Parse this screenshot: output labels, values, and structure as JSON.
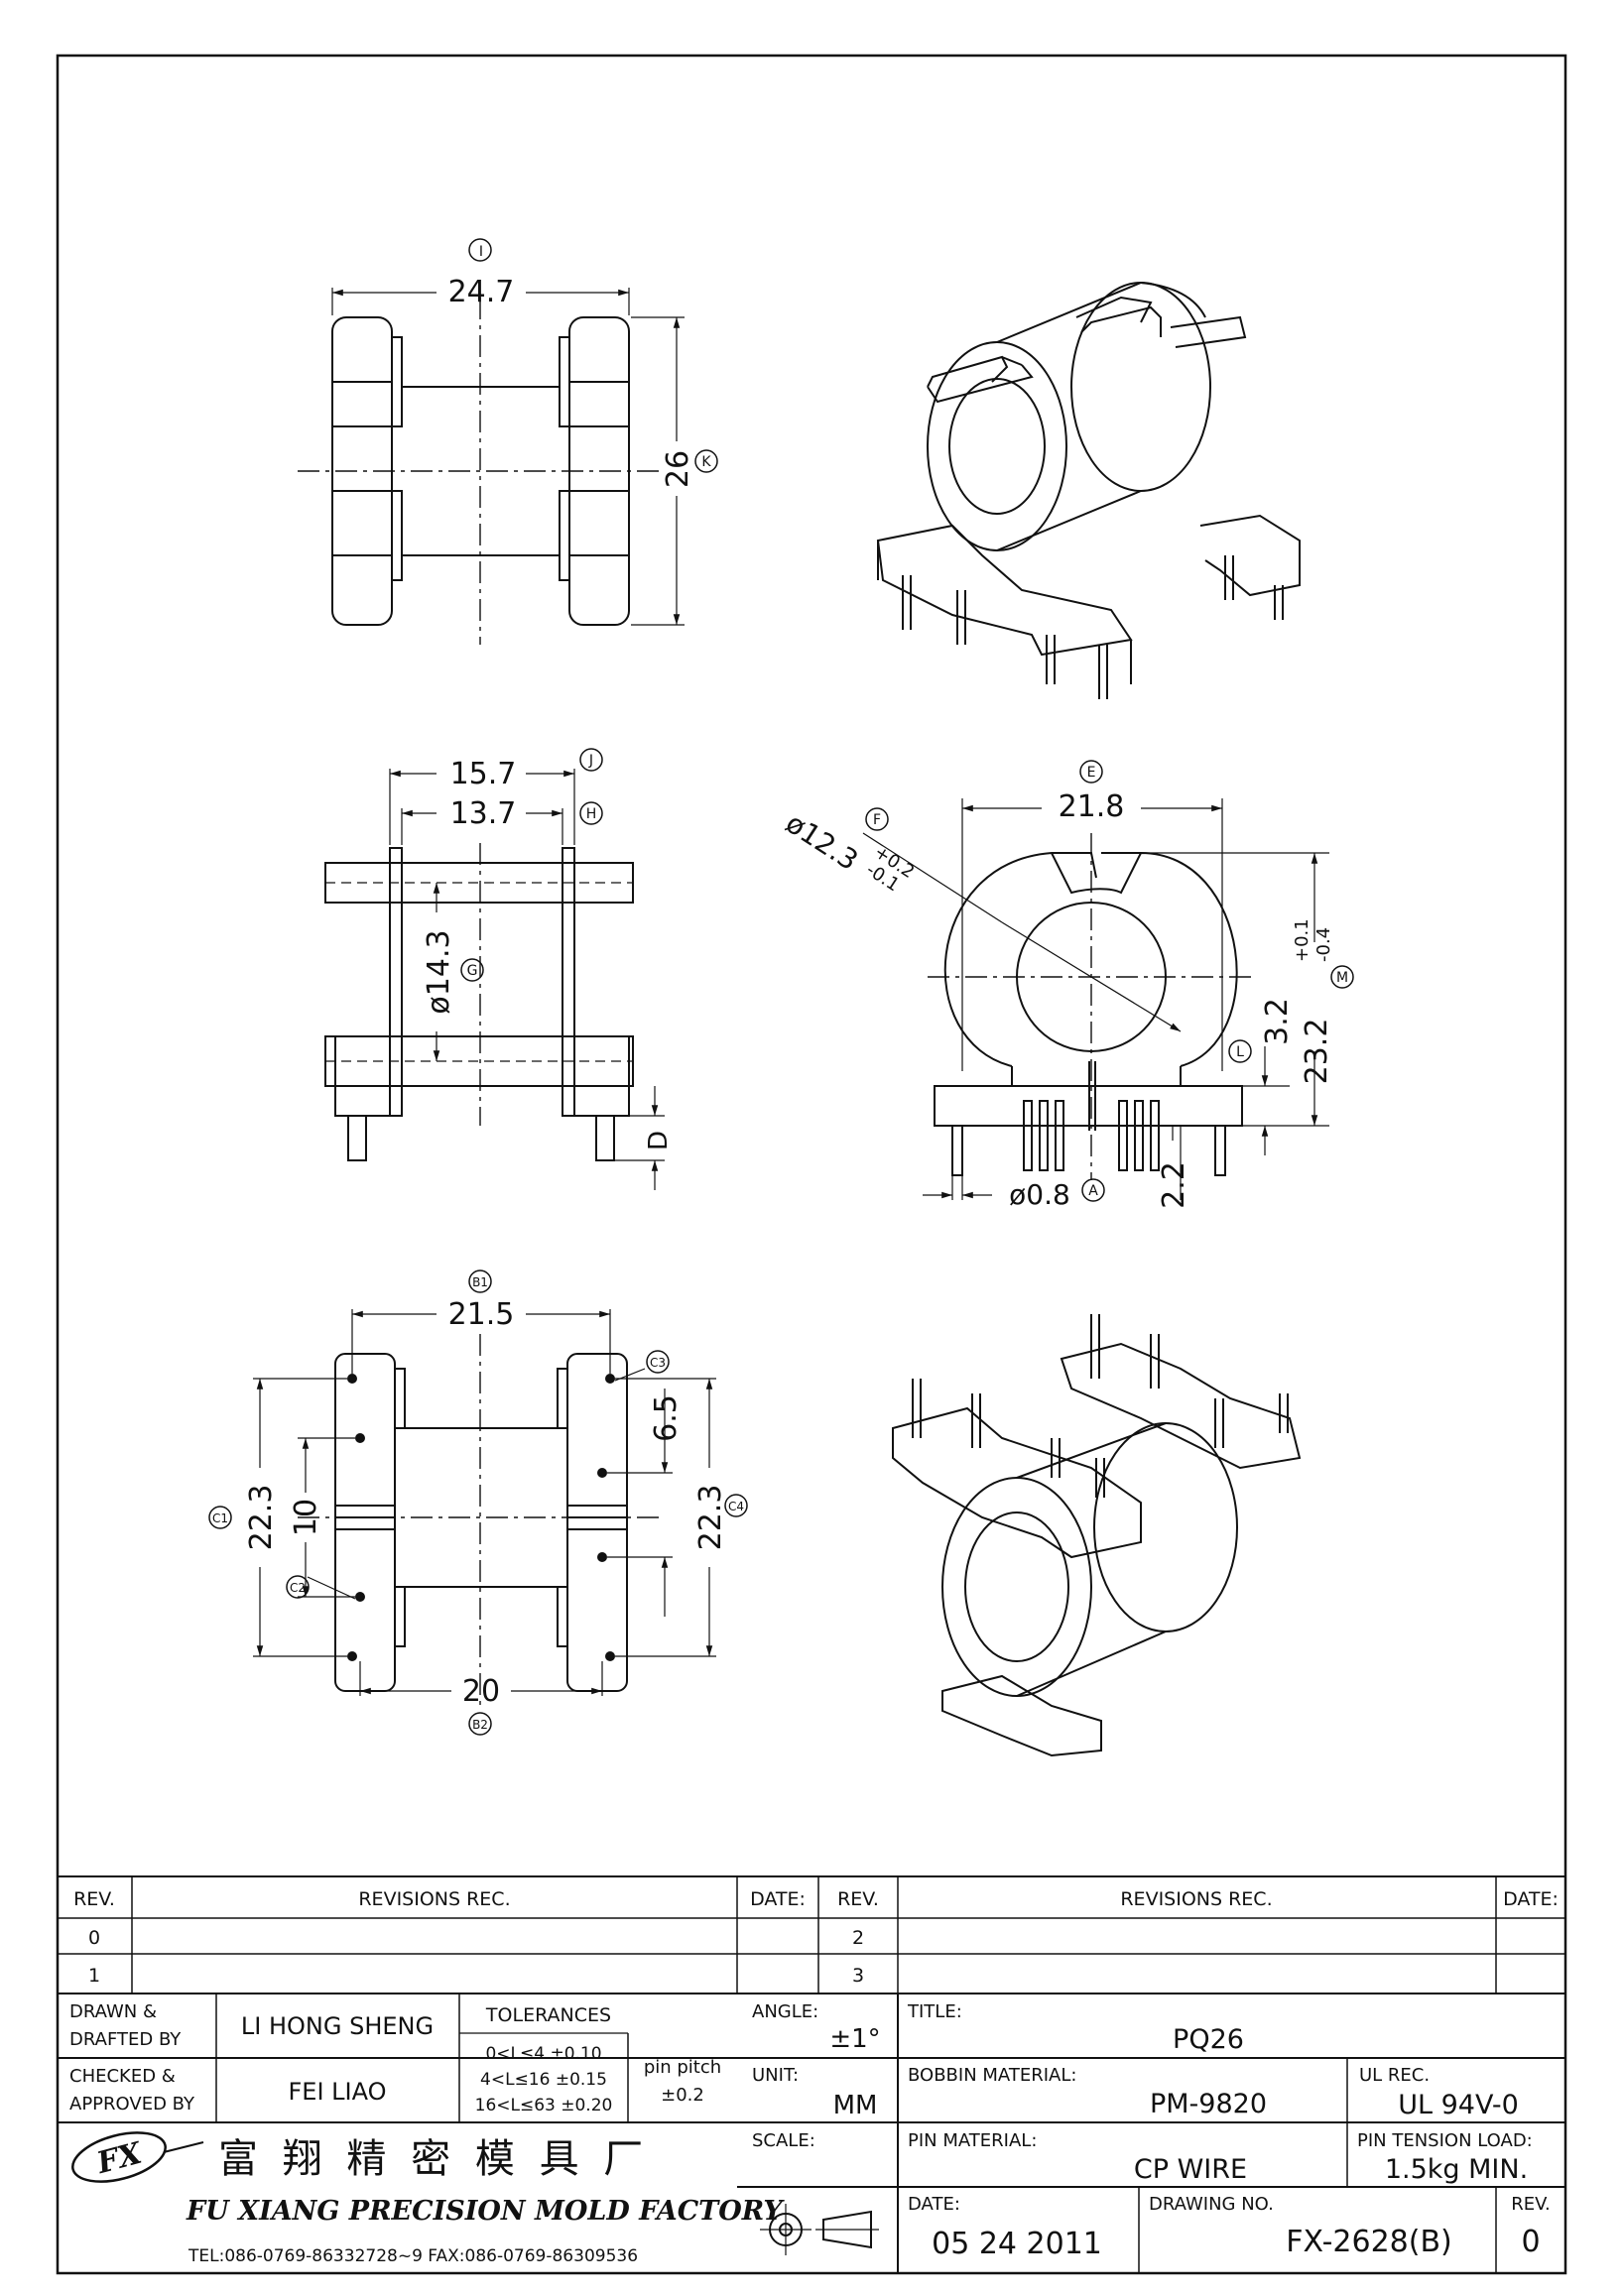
{
  "dimensions": {
    "width_24_7": "24.7",
    "height_26": "26",
    "width_15_7": "15.7",
    "width_13_7": "13.7",
    "dia_14_3": "ø14.3",
    "width_21_8": "21.8",
    "dia_12_3": "ø12.3",
    "tol_12_3_upper": "+0.2",
    "tol_12_3_lower": "-0.1",
    "height_23_2": "23.2",
    "tol_23_2_upper": "+0.1",
    "tol_23_2_lower": "-0.4",
    "height_3_2": "3.2",
    "pin_dia": "ø0.8",
    "pin_len": "2.2",
    "pin_d_label": "D",
    "width_21_5": "21.5",
    "width_20": "20",
    "height_22_3_left": "22.3",
    "height_22_3_right": "22.3",
    "spacing_10": "10",
    "spacing_6_5": "6.5"
  },
  "balloons": {
    "I": "I",
    "K": "K",
    "J": "J",
    "H": "H",
    "G": "G",
    "E": "E",
    "F": "F",
    "M": "M",
    "L": "L",
    "A": "A",
    "B1": "B1",
    "B2": "B2",
    "C1": "C1",
    "C2": "C2",
    "C3": "C3",
    "C4": "C4"
  },
  "revisions": {
    "rev_header": "REV.",
    "rec_header": "REVISIONS   REC.",
    "date_header": "DATE:",
    "rev_0": "0",
    "rev_1": "1",
    "rev_2": "2",
    "rev_3": "3"
  },
  "title_block": {
    "drawn_label_1": "DRAWN &",
    "drawn_label_2": "DRAFTED BY",
    "drawn_by": "LI HONG SHENG",
    "checked_label_1": "CHECKED &",
    "checked_label_2": "APPROVED BY",
    "checked_by": "FEI LIAO",
    "tolerances_label": "TOLERANCES",
    "tol_row1": "0<L≤4   ±0.10",
    "tol_row2": "4<L≤16  ±0.15",
    "tol_row3": "16<L≤63  ±0.20",
    "pin_pitch_label": "pin pitch",
    "pin_pitch_value": "±0.2",
    "angle_label": "ANGLE:",
    "angle_value": "±1°",
    "unit_label": "UNIT:",
    "unit_value": "MM",
    "scale_label": "SCALE:",
    "title_label": "TITLE:",
    "title_value": "PQ26",
    "bobbin_label": "BOBBIN MATERIAL:",
    "bobbin_value": "PM-9820",
    "ul_label": "UL REC.",
    "ul_value": "UL 94V-0",
    "pin_material_label": "PIN MATERIAL:",
    "pin_material_value": "CP WIRE",
    "pin_tension_label": "PIN TENSION LOAD:",
    "pin_tension_value": "1.5kg MIN.",
    "date_label": "DATE:",
    "date_value": "05 24 2011",
    "drawing_no_label": "DRAWING NO.",
    "drawing_no_value": "FX-2628(B)",
    "rev_label": "REV.",
    "rev_value": "0",
    "company_cn": "富 翔 精 密 模 具 厂",
    "company_en": "FU XIANG PRECISION   MOLD FACTORY",
    "contact": "TEL:086-0769-86332728~9  FAX:086-0769-86309536",
    "logo_text": "FX"
  }
}
